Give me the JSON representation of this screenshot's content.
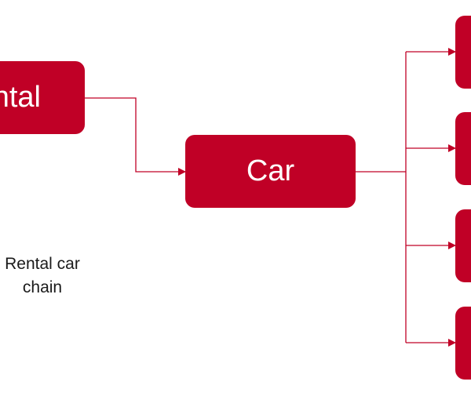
{
  "nodes": {
    "rental": {
      "label": "ntal"
    },
    "car": {
      "label": "Car"
    }
  },
  "caption": {
    "line1": "Rental car",
    "line2": "chain"
  },
  "colors": {
    "node_fill": "#c00026",
    "connector": "#c00026",
    "node_text": "#ffffff",
    "caption_text": "#1a1a1a"
  }
}
